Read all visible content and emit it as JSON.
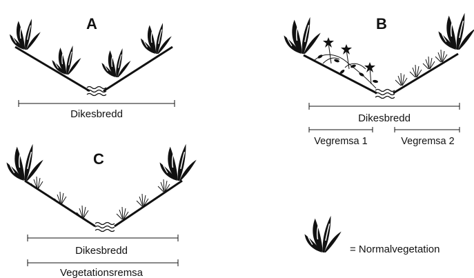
{
  "panels": [
    {
      "id": "A",
      "letter": "A",
      "width_label": "Dikesbredd"
    },
    {
      "id": "B",
      "letter": "B",
      "width_label": "Dikesbredd",
      "strip_left_label": "Vegremsa 1",
      "strip_right_label": "Vegremsa 2"
    },
    {
      "id": "C",
      "letter": "C",
      "width_label": "Dikesbredd",
      "strip_label": "Vegetationsremsa"
    }
  ],
  "legend": {
    "label": "= Normalvegetation",
    "icon": "normal-vegetation-icon"
  },
  "colors": {
    "ink": "#111111",
    "background": "#ffffff"
  }
}
